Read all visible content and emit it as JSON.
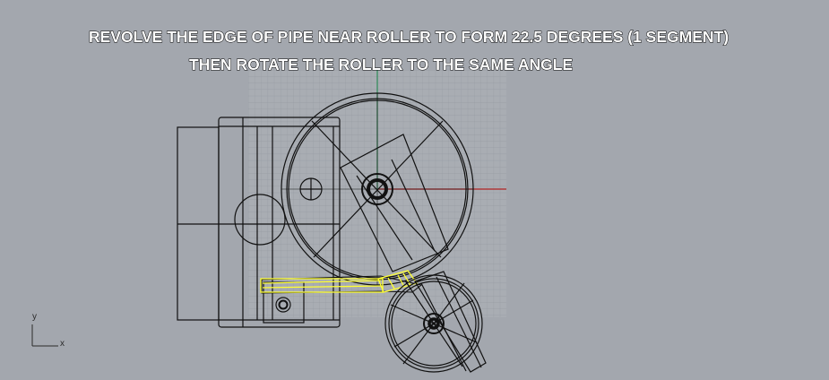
{
  "viewport": {
    "title_line1": "REVOLVE THE EDGE OF PIPE NEAR ROLLER TO FORM 22.5 DEGREES (1 SEGMENT)",
    "title_line2": "THEN ROTATE THE ROLLER TO THE SAME ANGLE",
    "axis_y_label": "y",
    "axis_x_label": "x",
    "colors": {
      "background": "#a3a7ae",
      "grid_minor": "#9aa0a8",
      "grid_major": "#8d939b",
      "geometry": "#111111",
      "selection": "#ffff33",
      "axis_x": "#b22222",
      "axis_y": "#2e8b57"
    }
  }
}
